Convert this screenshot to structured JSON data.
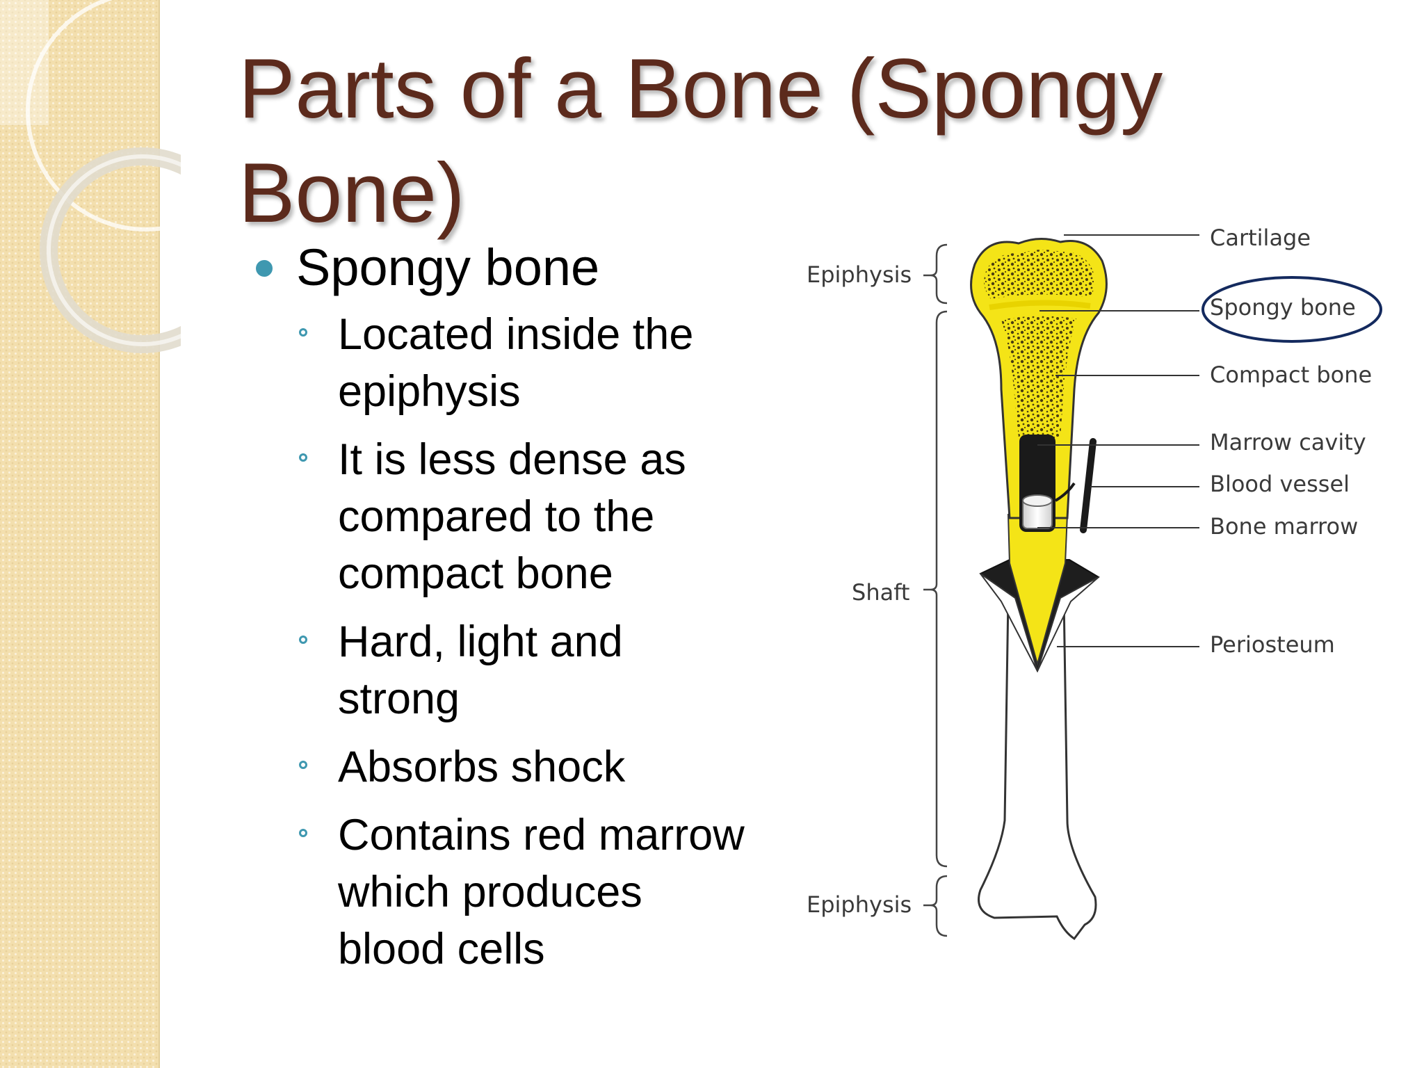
{
  "slide": {
    "title": "Parts of a Bone (Spongy Bone)",
    "main_bullet": "Spongy bone",
    "sub_bullets": [
      "Located inside the epiphysis",
      "It is less dense as compared to the compact bone",
      "Hard, light and strong",
      "Absorbs shock",
      "Contains red marrow which produces blood cells"
    ]
  },
  "diagram": {
    "left_labels": {
      "epiphysis_top": "Epiphysis",
      "shaft": "Shaft",
      "epiphysis_bottom": "Epiphysis"
    },
    "right_labels": {
      "cartilage": "Cartilage",
      "spongy_bone": "Spongy bone",
      "compact_bone": "Compact bone",
      "marrow_cavity": "Marrow cavity",
      "blood_vessel": "Blood vessel",
      "bone_marrow": "Bone marrow",
      "periosteum": "Periosteum"
    },
    "highlighted_label": "Spongy bone"
  },
  "colors": {
    "title": "#5c2a1c",
    "bullet_accent": "#3f98b0",
    "bone_yellow": "#f4e417",
    "highlight_ellipse": "#142a5e",
    "side_strip": "#f3dfae"
  }
}
